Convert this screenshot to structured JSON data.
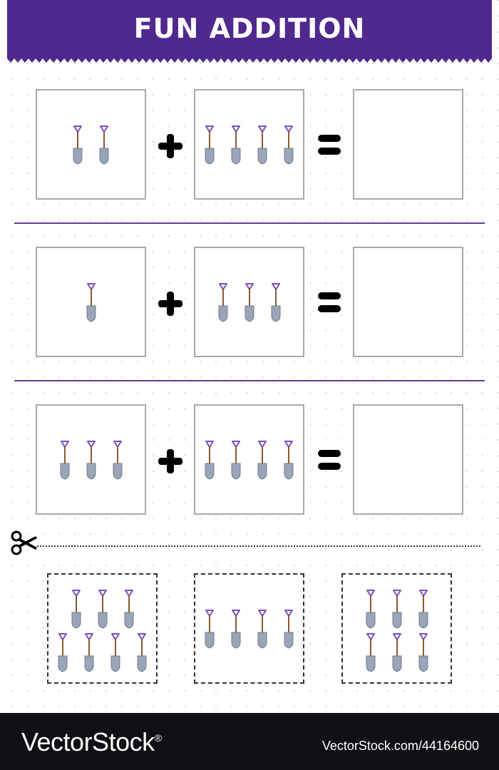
{
  "header": {
    "title": "FUN ADDITION",
    "color": "#50298f"
  },
  "problems": [
    {
      "left_count": 2,
      "right_count": 4
    },
    {
      "left_count": 1,
      "right_count": 3
    },
    {
      "left_count": 3,
      "right_count": 4
    }
  ],
  "cutouts": [
    {
      "count": 7
    },
    {
      "count": 4
    },
    {
      "count": 6
    }
  ],
  "icons": {
    "item": "shovel-icon",
    "plus": "plus-icon",
    "equals": "equals-icon",
    "cut": "scissors-icon"
  },
  "colors": {
    "accent": "#50298f",
    "divider": "#5b3d9a",
    "handle_grip": "#7a4fc0",
    "handle_shaft": "#8b5a2b",
    "blade": "#9aa5b8",
    "box_border": "#a9a9a9",
    "footer": "#101014"
  },
  "footer": {
    "brand": "VectorStock",
    "brand_mark": "®",
    "stock_id": "VectorStock.com/44164600"
  }
}
